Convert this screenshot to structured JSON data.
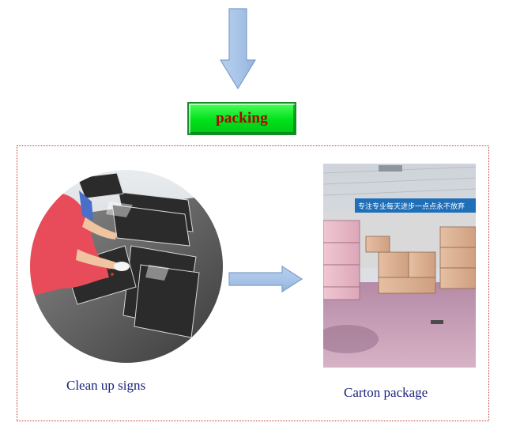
{
  "stage": {
    "label": "packing",
    "fill": "#00e01a",
    "text_color": "#b30000"
  },
  "arrow_color": "#a9c5e8",
  "frame_color": "#c0392b",
  "steps": [
    {
      "caption": "Clean up signs"
    },
    {
      "caption": "Carton package"
    }
  ],
  "warehouse_banner": "专注专业每天进步一点点永不放弃",
  "caption_color": "#1a237e"
}
